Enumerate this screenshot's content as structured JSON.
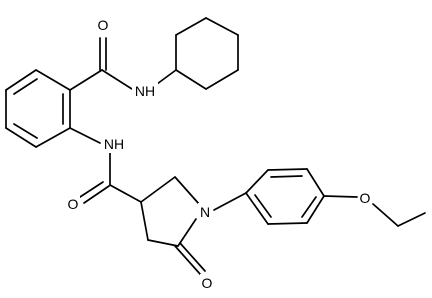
{
  "atom_labels": {
    "o_amide_top": "O",
    "nh_cyclohexyl": "NH",
    "nh_anilide": "NH",
    "o_amide_left": "O",
    "n_pyrrolidine": "N",
    "o_lactam": "O",
    "o_ether": "O"
  },
  "colors": {
    "bond": "#000000",
    "label": "#000000",
    "background": "#ffffff"
  }
}
